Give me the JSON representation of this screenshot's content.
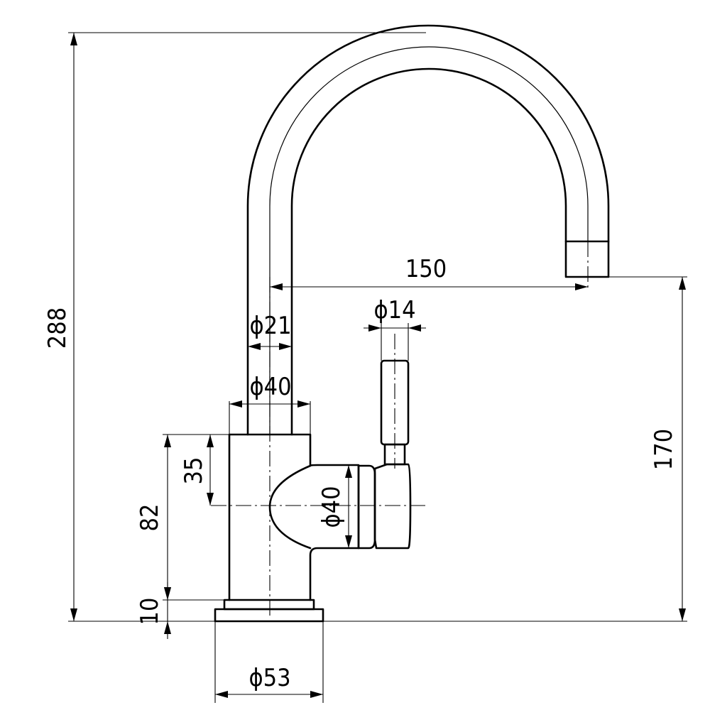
{
  "dimensions": {
    "total_height": "288",
    "spout_reach": "150",
    "spout_height": "170",
    "spout_diameter": "ϕ21",
    "body_diameter": "ϕ40",
    "handle_diameter": "ϕ14",
    "handle_height": "35",
    "handle_body_diameter": "ϕ40",
    "body_height": "82",
    "base_height": "10",
    "base_diameter": "ϕ53"
  },
  "colors": {
    "line": "#000000",
    "background": "#ffffff"
  }
}
